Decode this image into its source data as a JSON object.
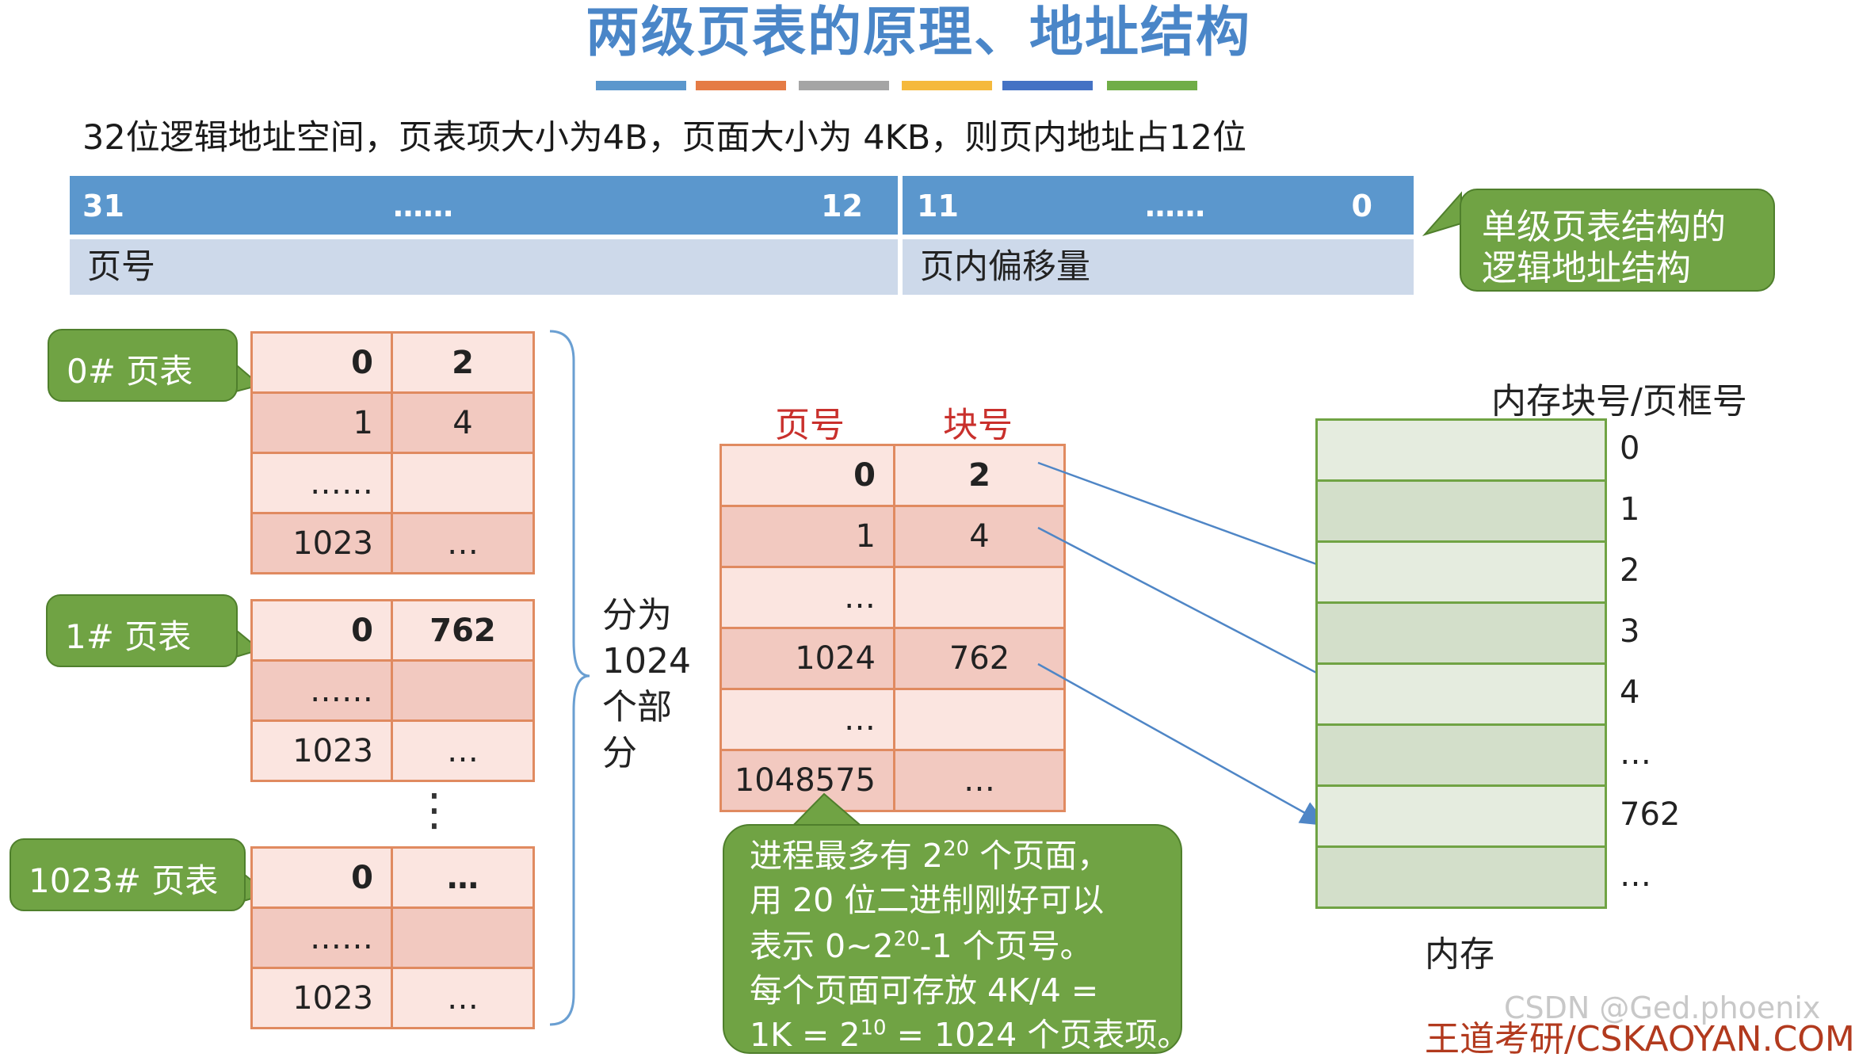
{
  "title": "两级页表的原理、地址结构",
  "stripe_colors": [
    "#5b97cd",
    "#e57b45",
    "#a5a5a5",
    "#f5b93c",
    "#4472c4",
    "#70ad47"
  ],
  "description": "32位逻辑地址空间，页表项大小为4B，页面大小为 4KB，则页内地址占12位",
  "address": {
    "bits_left_start": "31",
    "bits_left_dots": "……",
    "bits_left_end": "12",
    "bits_right_start": "11",
    "bits_right_dots": "……",
    "bits_right_end": "0",
    "field_page": "页号",
    "field_offset": "页内偏移量"
  },
  "callout_single": {
    "line1": "单级页表结构的",
    "line2": "逻辑地址结构"
  },
  "page_tables": [
    {
      "label": "0# 页表",
      "rows": [
        [
          "0",
          "2"
        ],
        [
          "1",
          "4"
        ],
        [
          "……",
          ""
        ],
        [
          "1023",
          "…"
        ]
      ]
    },
    {
      "label": "1# 页表",
      "rows": [
        [
          "0",
          "762"
        ],
        [
          "……",
          ""
        ],
        [
          "1023",
          "…"
        ]
      ]
    },
    {
      "label": "1023# 页表",
      "rows": [
        [
          "0",
          "…"
        ],
        [
          "……",
          ""
        ],
        [
          "1023",
          "…"
        ]
      ]
    }
  ],
  "vertical_dots": "⋮",
  "split_text": "分为1024个部分",
  "single_table": {
    "header_page": "页号",
    "header_block": "块号",
    "rows": [
      [
        "0",
        "2"
      ],
      [
        "1",
        "4"
      ],
      [
        "…",
        ""
      ],
      [
        "1024",
        "762"
      ],
      [
        "…",
        ""
      ],
      [
        "1048575",
        "…"
      ]
    ]
  },
  "note": {
    "line1_a": "进程最多有 2",
    "line1_sup": "20",
    "line1_b": " 个页面，",
    "line2": "用 20 位二进制刚好可以",
    "line3_a": "表示 0~2",
    "line3_sup": "20",
    "line3_b": "-1 个页号。",
    "line4": "每个页面可存放 4K/4 =",
    "line5_a": "1K = 2",
    "line5_sup": "10",
    "line5_b": " = 1024 个页表项。"
  },
  "memory": {
    "title": "内存块号/页框号",
    "frames": [
      "0",
      "1",
      "2",
      "3",
      "4",
      "…",
      "762",
      "…"
    ],
    "label": "内存"
  },
  "watermark": "CSDN @Ged.phoenix",
  "brand": "王道考研/CSKAOYAN.COM"
}
